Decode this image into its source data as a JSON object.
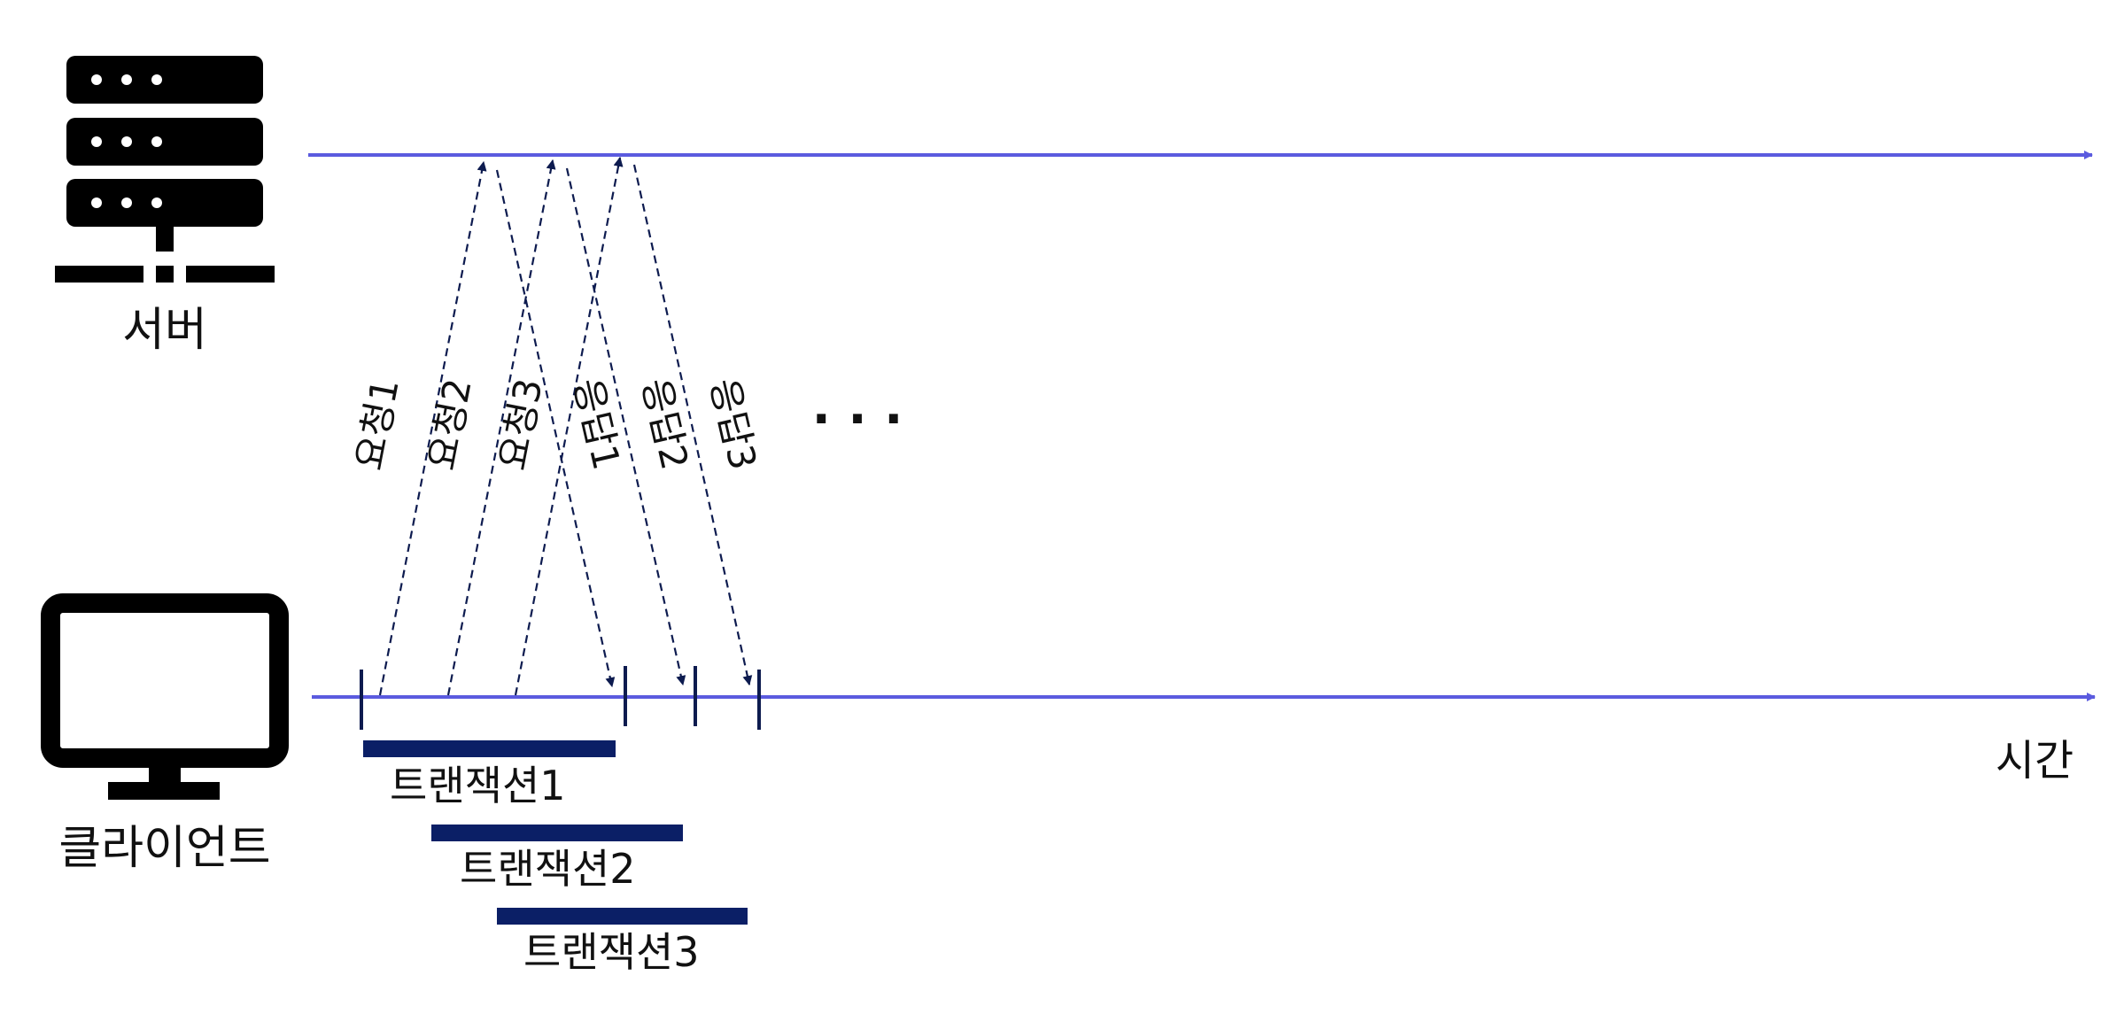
{
  "labels": {
    "server": "서버",
    "client": "클라이언트",
    "time": "시간",
    "ellipsis": "· · ·"
  },
  "messages": [
    {
      "label": "요청1",
      "direction": "client-to-server"
    },
    {
      "label": "요청2",
      "direction": "client-to-server"
    },
    {
      "label": "요청3",
      "direction": "client-to-server"
    },
    {
      "label": "응답1",
      "direction": "server-to-client"
    },
    {
      "label": "응답2",
      "direction": "server-to-client"
    },
    {
      "label": "응답3",
      "direction": "server-to-client"
    }
  ],
  "transactions": [
    {
      "label": "트랜잭션1"
    },
    {
      "label": "트랜잭션2"
    },
    {
      "label": "트랜잭션3"
    }
  ],
  "colors": {
    "timeline": "#5b5bdf",
    "arrow": "#0d1b4f",
    "transaction_bar": "#0b1f66",
    "icon": "#000000",
    "text": "#111111"
  }
}
